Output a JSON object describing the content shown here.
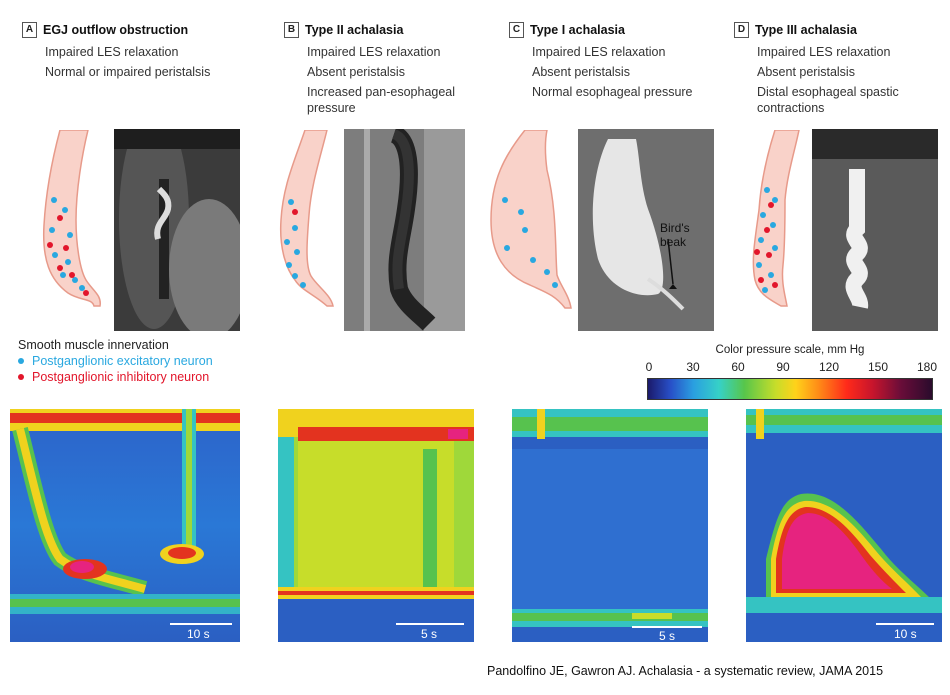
{
  "panels": [
    {
      "letter": "A",
      "title": "EGJ outflow obstruction",
      "lines": [
        "Impaired LES relaxation",
        "Normal or impaired peristalsis"
      ]
    },
    {
      "letter": "B",
      "title": "Type II achalasia",
      "lines": [
        "Impaired LES relaxation",
        "Absent peristalsis",
        "Increased pan-esophageal pressure"
      ]
    },
    {
      "letter": "C",
      "title": "Type I achalasia",
      "lines": [
        "Impaired LES relaxation",
        "Absent peristalsis",
        "Normal esophageal pressure"
      ]
    },
    {
      "letter": "D",
      "title": "Type III achalasia",
      "lines": [
        "Impaired LES relaxation",
        "Absent peristalsis",
        "Distal esophageal spastic contractions"
      ]
    }
  ],
  "annotation": {
    "birds_beak": "Bird's\nbeak"
  },
  "legend": {
    "title": "Smooth muscle innervation",
    "items": [
      {
        "label": "Postganglionic excitatory neuron",
        "color": "#29a8e0"
      },
      {
        "label": "Postganglionic inhibitory neuron",
        "color": "#e2162b"
      }
    ]
  },
  "color_scale": {
    "title": "Color pressure scale, mm Hg",
    "ticks": [
      "0",
      "30",
      "60",
      "90",
      "120",
      "150",
      "180"
    ]
  },
  "hrm_scalebars": [
    "10 s",
    "5 s",
    "5 s",
    "10 s"
  ],
  "citation": "Pandolfino JE, Gawron AJ. Achalasia - a systematic review, JAMA 2015",
  "colors": {
    "esophagus_fill": "#f9d2c9",
    "esophagus_stroke": "#e79a8a",
    "hrm_bg": "#2a5bc4"
  }
}
